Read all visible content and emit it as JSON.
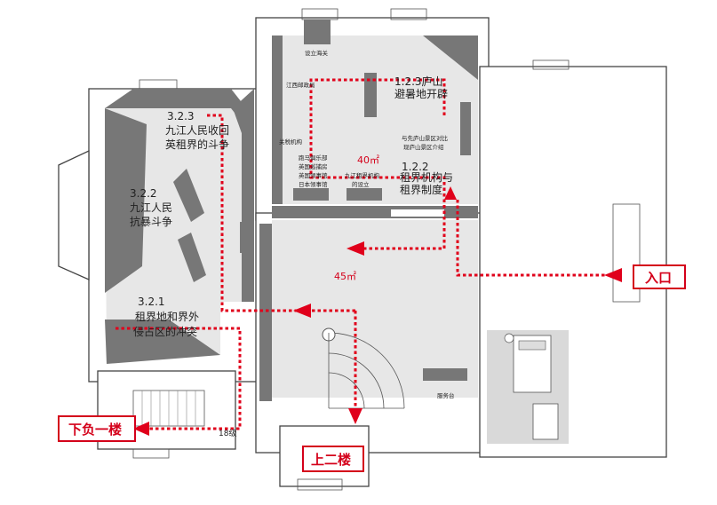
{
  "labels": {
    "s321_num": "3.2.1",
    "s321_l1": "租界地和界外",
    "s321_l2": "侵占区的冲突",
    "s322_num": "3.2.2",
    "s322_l1": "九江人民",
    "s322_l2": "抗暴斗争",
    "s323_num": "3.2.3",
    "s323_l1": "九江人民收回",
    "s323_l2": "英租界的斗争",
    "s122_num": "1.2.2",
    "s122_l1": "租界机构与",
    "s122_l2": "租界制度",
    "s123_l1": "1.2.3庐山",
    "s123_l2": "避暑地开辟",
    "area_north": "40㎡",
    "area_south": "45㎡",
    "stairs_count": "18级",
    "service_desk": "服务台"
  },
  "exhibits": {
    "customs": "设立海关",
    "jiangxi_post": "江西邮政局",
    "tax_office": "关税机构",
    "club_l1": "跑马俱乐部",
    "club_l2": "英国巡捕房",
    "club_l3": "英国领事馆",
    "club_l4": "日本领事馆",
    "concession_l1": "九江租界机构",
    "concession_l2": "的设立",
    "lushan_l1": "与先庐山景区对比",
    "lushan_l2": "现庐山景区介绍"
  },
  "tags": {
    "entrance": "入口",
    "down": "下负一楼",
    "up": "上二楼"
  },
  "colors": {
    "route": "#e0001b",
    "tag_border": "#d4001a",
    "floor": "#e7e7e7",
    "exhibit": "#777777"
  }
}
